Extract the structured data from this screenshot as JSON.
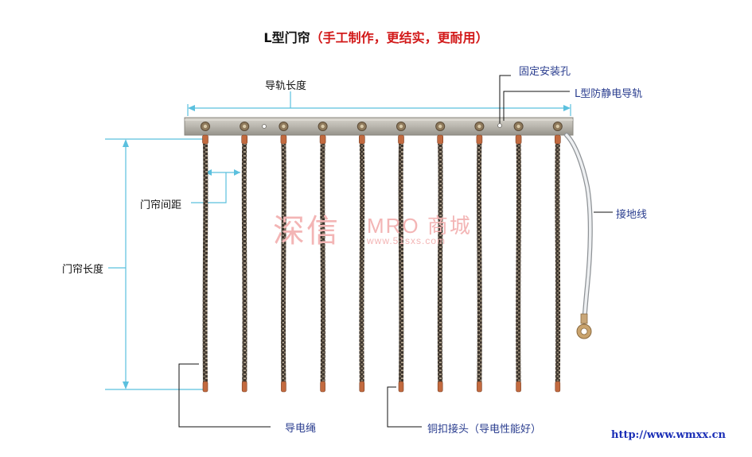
{
  "title": {
    "main": "L型门帘",
    "note": "（手工制作，更结实，更耐用）"
  },
  "labels": {
    "rail_length": "导轨长度",
    "mount_hole": "固定安装孔",
    "rail": "L型防静电导轨",
    "ground_wire": "接地线",
    "strip_spacing": "门帘间距",
    "curtain_length": "门帘长度",
    "conductive_rope": "导电绳",
    "copper_buckle": "铜扣接头（导电性能好）"
  },
  "watermark": {
    "brand": "深信",
    "mro": "MRO 商城",
    "url": "www.51sxs.com"
  },
  "site_url": "http://www.wmxx.cn",
  "colors": {
    "dimension_line": "#5bc0de",
    "rail": "#b9b6ae",
    "copper": "#c26a3f",
    "strip_dark": "#3c342d",
    "strip_light": "#a89a86",
    "title_note": "#d21a1a",
    "label_blue": "#2a3d8f",
    "site": "#1b2fb6"
  },
  "strip_count": 10
}
